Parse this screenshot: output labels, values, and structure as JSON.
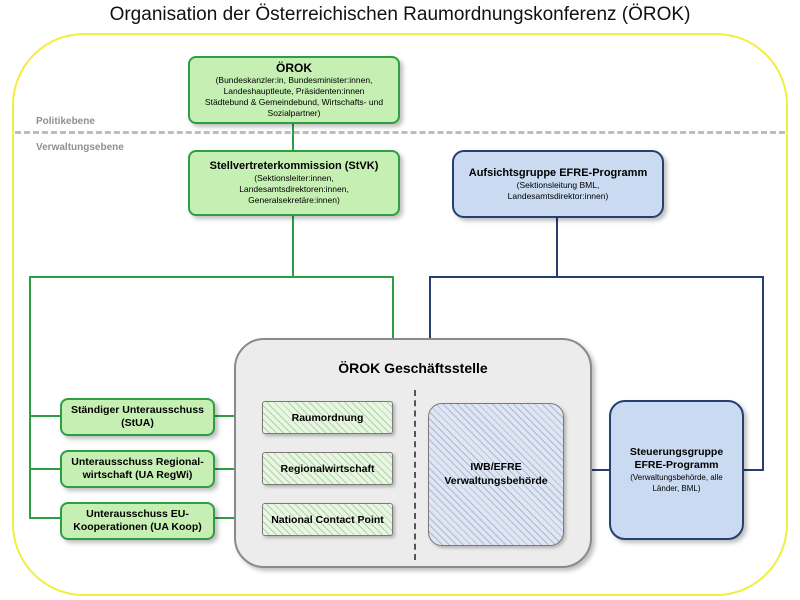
{
  "title": "Organisation der Österreichischen Raumordnungskonferenz (ÖROK)",
  "levels": {
    "politics": "Politikebene",
    "administration": "Verwaltungsebene"
  },
  "orok": {
    "title": "ÖROK",
    "subtitle_lines": [
      "(Bundeskanzler:in, Bundesminister:innen,",
      "Landeshauptleute, Präsidenten:innen",
      "Städtebund & Gemeindebund, Wirtschafts- und",
      "Sozialpartner)"
    ]
  },
  "stvk": {
    "title": "Stellvertreterkommission (StVK)",
    "subtitle_lines": [
      "(Sektionsleiter:innen,",
      "Landesamtsdirektoren:innen,",
      "Generalsekretäre:innen)"
    ]
  },
  "aufsicht": {
    "title": "Aufsichtsgruppe EFRE-Programm",
    "subtitle_lines": [
      "(Sektionsleitung BML,",
      "Landesamtsdirektor:innen)"
    ]
  },
  "committees": [
    {
      "lines": [
        "Ständiger Unterausschuss",
        "(StUA)"
      ]
    },
    {
      "lines": [
        "Unterausschuss Regional-",
        "wirtschaft (UA RegWi)"
      ]
    },
    {
      "lines": [
        "Unterausschuss EU-",
        "Kooperationen (UA Koop)"
      ]
    }
  ],
  "office": {
    "title": "ÖROK Geschäftsstelle",
    "units": [
      "Raumordnung",
      "Regionalwirtschaft",
      "National Contact Point"
    ],
    "iwb_lines": [
      "IWB/EFRE",
      "Verwaltungsbehörde"
    ]
  },
  "steuerung": {
    "title_lines": [
      "Steuerungsgruppe",
      "EFRE-Programm"
    ],
    "subtitle_lines": [
      "(Verwaltungsbehörde, alle",
      "Länder, BML)"
    ]
  },
  "colors": {
    "green_fill": "#c6efb3",
    "green_border": "#2e9e44",
    "blue_fill": "#c9daf1",
    "blue_border": "#243f70",
    "frame_yellow": "#f2ee3f"
  }
}
